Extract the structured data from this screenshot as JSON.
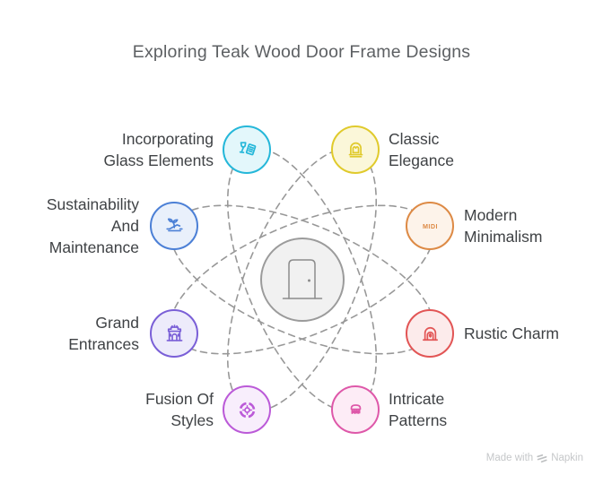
{
  "title": "Exploring Teak Wood Door Frame Designs",
  "colors": {
    "orbit": "#989898",
    "title_text": "#5d6063",
    "label_text": "#3f4245"
  },
  "center": {
    "icon": "door-icon",
    "border_color": "#9b9b9b",
    "fill_color": "#f1f1f1",
    "icon_color": "#8c8c8c"
  },
  "nodes": [
    {
      "label": "Incorporating\nGlass Elements",
      "icon": "glass-elements-icon",
      "color": "#25b7d9",
      "fill": "#e3f7fb"
    },
    {
      "label": "Classic\nElegance",
      "icon": "classic-chair-icon",
      "color": "#e0ca2c",
      "fill": "#fbf7d9"
    },
    {
      "label": "Modern\nMinimalism",
      "icon": "midi-text-icon",
      "icon_text": "MIDI",
      "color": "#dd8a45",
      "fill": "#fdf3ea"
    },
    {
      "label": "Rustic Charm",
      "icon": "fireplace-icon",
      "color": "#e25555",
      "fill": "#fcebeb"
    },
    {
      "label": "Intricate\nPatterns",
      "icon": "brush-icon",
      "color": "#de58a9",
      "fill": "#fdecf6"
    },
    {
      "label": "Fusion Of\nStyles",
      "icon": "target-ring-icon",
      "color": "#bb5ad8",
      "fill": "#f8eefc"
    },
    {
      "label": "Grand\nEntrances",
      "icon": "arch-gate-icon",
      "color": "#7a5fd7",
      "fill": "#edebfb"
    },
    {
      "label": "Sustainability\nAnd\nMaintenance",
      "icon": "plant-hand-icon",
      "color": "#4c80d6",
      "fill": "#e9f0fb"
    }
  ],
  "watermark": {
    "prefix": "Made with",
    "brand": "Napkin"
  }
}
